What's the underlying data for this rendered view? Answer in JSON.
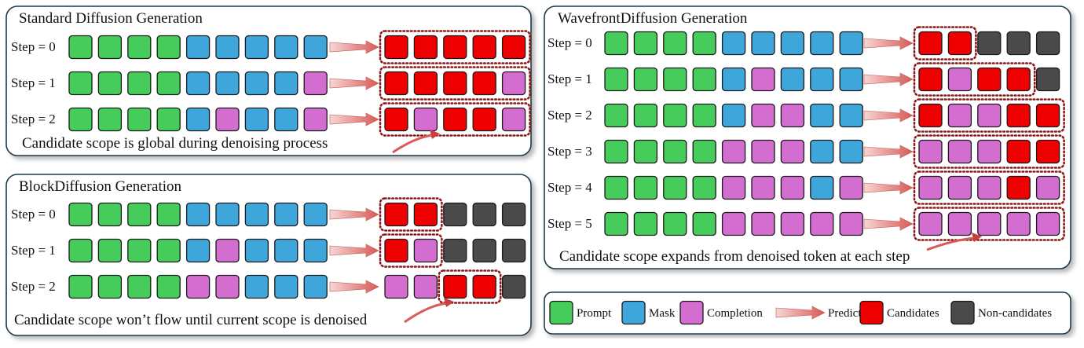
{
  "colors": {
    "prompt": "#46cc5a",
    "mask": "#3fa6dc",
    "completion": "#d46dd0",
    "candidate": "#ee0000",
    "noncandidate": "#4a4a4a",
    "arrow": "#e0726f",
    "frame": "#1f3a4a",
    "scope": "#8b1a1a"
  },
  "panels": [
    {
      "id": "standard",
      "title": "Standard Diffusion Generation",
      "caption": "Candidate scope is global during denoising process",
      "rows": [
        {
          "label": "Step = 0",
          "input": [
            "P",
            "P",
            "P",
            "P",
            "M",
            "M",
            "M",
            "M",
            "M"
          ],
          "output": [
            "C",
            "C",
            "C",
            "C",
            "C"
          ],
          "scope": [
            0,
            4
          ]
        },
        {
          "label": "Step = 1",
          "input": [
            "P",
            "P",
            "P",
            "P",
            "M",
            "M",
            "M",
            "M",
            "D"
          ],
          "output": [
            "C",
            "C",
            "C",
            "C",
            "D"
          ],
          "scope": [
            0,
            4
          ]
        },
        {
          "label": "Step = 2",
          "input": [
            "P",
            "P",
            "P",
            "P",
            "M",
            "D",
            "M",
            "M",
            "D"
          ],
          "output": [
            "C",
            "D",
            "C",
            "C",
            "D"
          ],
          "scope": [
            0,
            4
          ]
        }
      ]
    },
    {
      "id": "block",
      "title": "BlockDiffusion Generation",
      "caption": "Candidate scope won’t flow until current scope is denoised",
      "rows": [
        {
          "label": "Step = 0",
          "input": [
            "P",
            "P",
            "P",
            "P",
            "M",
            "M",
            "M",
            "M",
            "M"
          ],
          "output": [
            "C",
            "C",
            "N",
            "N",
            "N"
          ],
          "scope": [
            0,
            1
          ]
        },
        {
          "label": "Step = 1",
          "input": [
            "P",
            "P",
            "P",
            "P",
            "M",
            "D",
            "M",
            "M",
            "M"
          ],
          "output": [
            "C",
            "D",
            "N",
            "N",
            "N"
          ],
          "scope": [
            0,
            1
          ]
        },
        {
          "label": "Step = 2",
          "input": [
            "P",
            "P",
            "P",
            "P",
            "D",
            "D",
            "M",
            "M",
            "M"
          ],
          "output": [
            "D",
            "D",
            "C",
            "C",
            "N"
          ],
          "scope": [
            2,
            3
          ]
        }
      ]
    },
    {
      "id": "wavefront",
      "title": "WavefrontDiffusion Generation",
      "caption": "Candidate scope expands from denoised token at each step",
      "rows": [
        {
          "label": "Step = 0",
          "input": [
            "P",
            "P",
            "P",
            "P",
            "M",
            "M",
            "M",
            "M",
            "M"
          ],
          "output": [
            "C",
            "C",
            "N",
            "N",
            "N"
          ],
          "scope": [
            0,
            1
          ]
        },
        {
          "label": "Step = 1",
          "input": [
            "P",
            "P",
            "P",
            "P",
            "M",
            "D",
            "M",
            "M",
            "M"
          ],
          "output": [
            "C",
            "D",
            "C",
            "C",
            "N"
          ],
          "scope": [
            0,
            3
          ]
        },
        {
          "label": "Step = 2",
          "input": [
            "P",
            "P",
            "P",
            "P",
            "M",
            "D",
            "D",
            "M",
            "M"
          ],
          "output": [
            "C",
            "D",
            "D",
            "C",
            "C"
          ],
          "scope": [
            0,
            4
          ]
        },
        {
          "label": "Step = 3",
          "input": [
            "P",
            "P",
            "P",
            "P",
            "D",
            "D",
            "D",
            "M",
            "M"
          ],
          "output": [
            "D",
            "D",
            "D",
            "C",
            "C"
          ],
          "scope": [
            0,
            4
          ]
        },
        {
          "label": "Step = 4",
          "input": [
            "P",
            "P",
            "P",
            "P",
            "D",
            "D",
            "D",
            "M",
            "D"
          ],
          "output": [
            "D",
            "D",
            "D",
            "C",
            "D"
          ],
          "scope": [
            0,
            4
          ]
        },
        {
          "label": "Step = 5",
          "input": [
            "P",
            "P",
            "P",
            "P",
            "D",
            "D",
            "D",
            "D",
            "D"
          ],
          "output": [
            "D",
            "D",
            "D",
            "D",
            "D"
          ],
          "scope": [
            0,
            4
          ]
        }
      ]
    }
  ],
  "legend": [
    {
      "kind": "P",
      "label": "Prompt"
    },
    {
      "kind": "M",
      "label": "Mask"
    },
    {
      "kind": "D",
      "label": "Completion"
    },
    {
      "kind": "arrow",
      "label": "Predict"
    },
    {
      "kind": "C",
      "label": "Candidates"
    },
    {
      "kind": "N",
      "label": "Non-candidates"
    }
  ]
}
